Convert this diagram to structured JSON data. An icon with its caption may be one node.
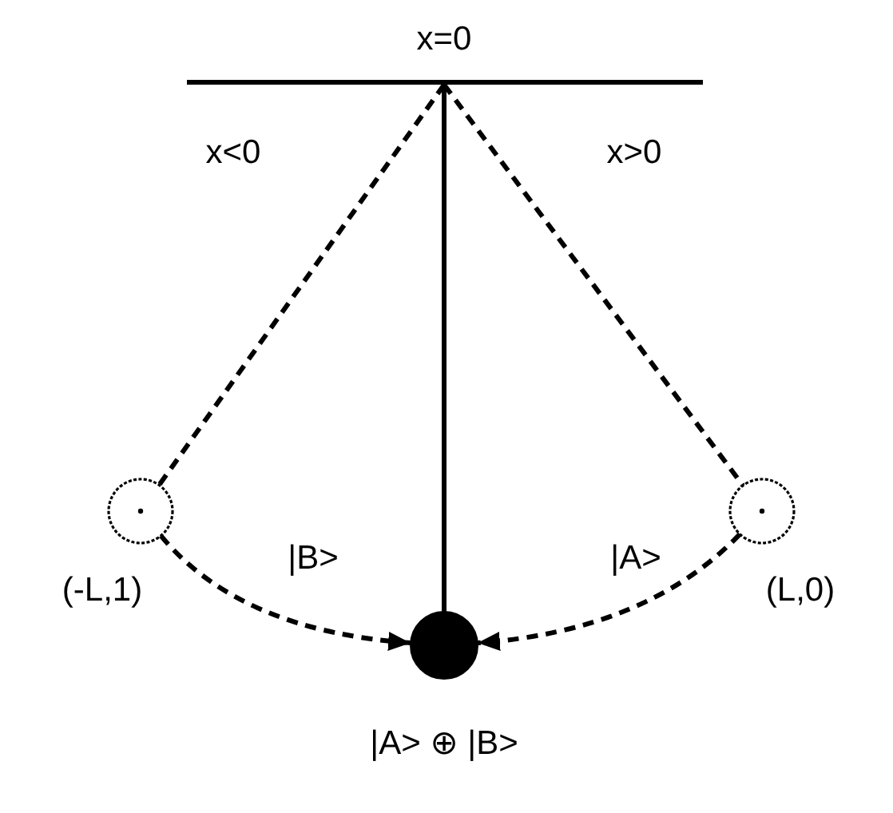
{
  "diagram": {
    "nodes": [
      {
        "text": [],
        "shape": "bar"
      },
      {
        "text": [],
        "shape": "circle",
        "beside": [
          "(-L,1)"
        ]
      },
      {
        "text": [],
        "shape": "circle",
        "beside": [
          "(L,0)"
        ]
      },
      {
        "text": [],
        "shape": "circle",
        "beside": [
          "|A> ⊕ |B>"
        ]
      }
    ],
    "edges": [
      {
        "from": 0,
        "to": 1,
        "arrow": "none",
        "style": "dashed"
      },
      {
        "from": 0,
        "to": 2,
        "arrow": "none",
        "style": "dashed"
      },
      {
        "from": 0,
        "to": 3,
        "arrow": "none"
      },
      {
        "from": 1,
        "to": 3,
        "arrow": "to",
        "style": "dashed",
        "label": "|B>"
      },
      {
        "from": 2,
        "to": 3,
        "arrow": "to",
        "style": "dashed",
        "label": "|A>"
      }
    ],
    "labels": [
      "x=0",
      "x<0",
      "x>0"
    ]
  }
}
